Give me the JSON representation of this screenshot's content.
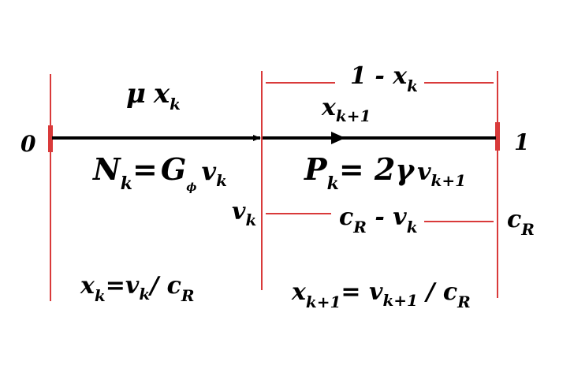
{
  "colors": {
    "line": "#d93a3a",
    "arrow": "#000000",
    "text": "#000000",
    "background": "#ffffff"
  },
  "labels": {
    "left_end": "0",
    "right_end": "1",
    "top_left": {
      "mu": "μ",
      "x": "x",
      "sub": "k"
    },
    "top_right": {
      "one_minus": "1 - x",
      "sub": "k"
    },
    "mid_marker": {
      "x": "x",
      "sub": "k+1"
    },
    "n_formula": {
      "N": "N",
      "N_sub": "k",
      "equals": "=",
      "G": "G",
      "G_sub": "ϕ",
      "v": "v",
      "v_sub": "k"
    },
    "p_formula": {
      "P": "P",
      "P_sub": "k",
      "equals_two": "= 2",
      "gamma": "γ",
      "v": "v",
      "v_sub": "k+1"
    },
    "v_k_label": {
      "v": "v",
      "sub": "k"
    },
    "c_r_minus": {
      "c": "c",
      "c_sub": "R",
      "minus_v": " - v",
      "v_sub": "k"
    },
    "c_r_label": {
      "c": "c",
      "sub": "R"
    },
    "xk_formula": {
      "x": "x",
      "x_sub": "k",
      "eq_v": "=v",
      "v_sub": "k",
      "slash_c": "/ c",
      "c_sub": "R"
    },
    "xk1_formula": {
      "x": "x",
      "x_sub": "k+1",
      "eq_v": "=  v",
      "v_sub": "k+1",
      "slash_c": " / c",
      "c_sub": "R"
    }
  }
}
